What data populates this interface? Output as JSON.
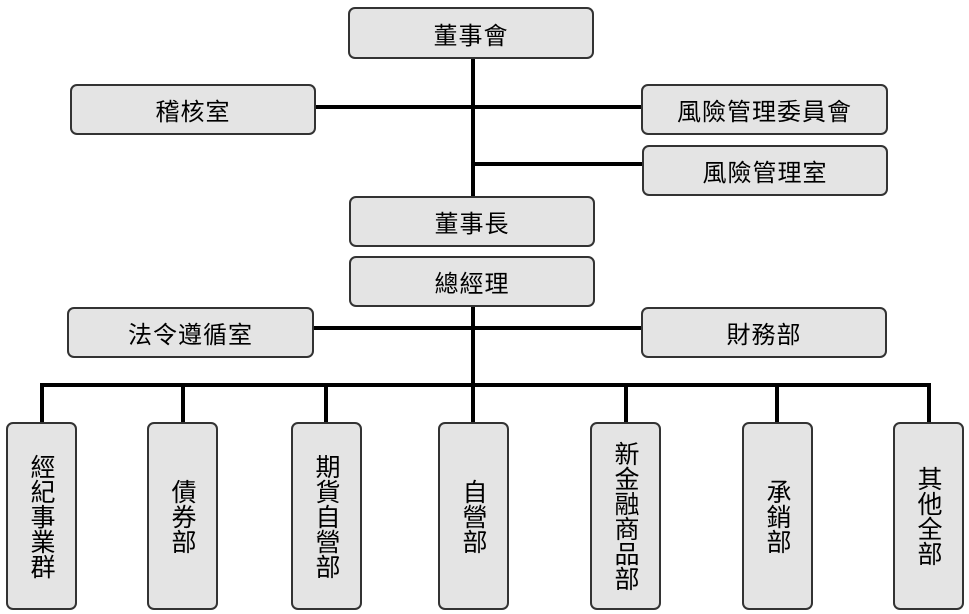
{
  "org_chart": {
    "board": "董事會",
    "audit_office": "稽核室",
    "risk_committee": "風險管理委員會",
    "risk_office": "風險管理室",
    "chairman": "董事長",
    "president": "總經理",
    "compliance_office": "法令遵循室",
    "finance_dept": "財務部",
    "departments": [
      "經紀事業群",
      "債券部",
      "期貨自營部",
      "自營部",
      "新金融商品部",
      "承銷部",
      "其他全部"
    ]
  }
}
